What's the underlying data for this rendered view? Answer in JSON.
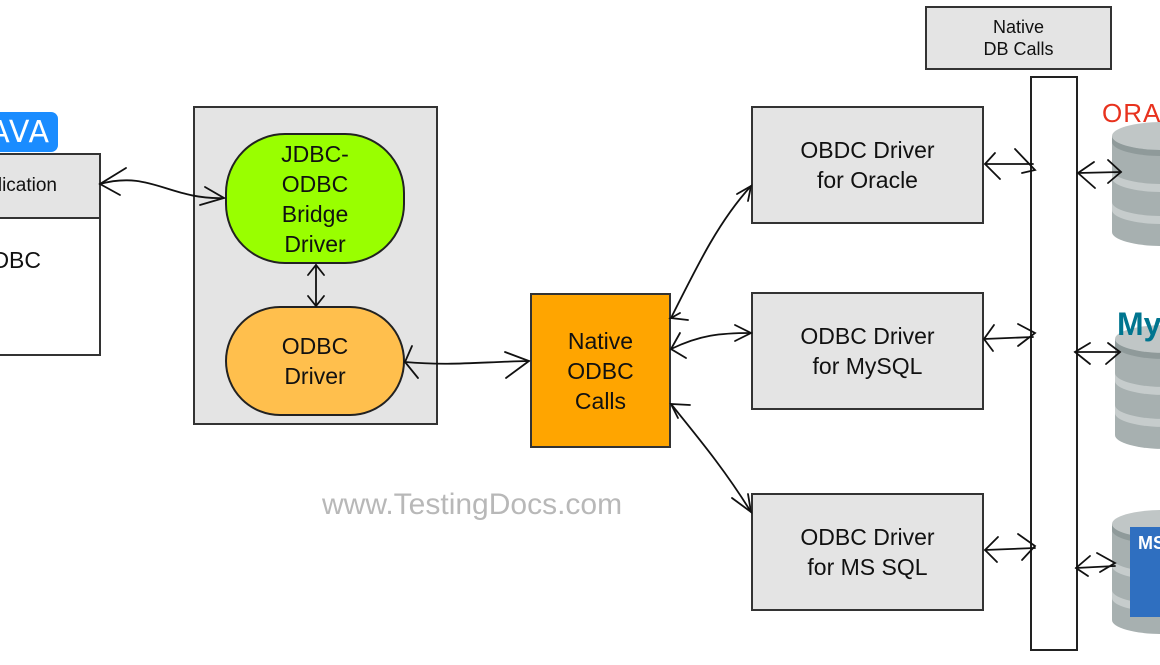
{
  "diagram": {
    "title": "JDBC-ODBC Bridge Driver Architecture",
    "java_badge": "JAVA",
    "java_app": {
      "header": "Application",
      "body": "JDBC"
    },
    "bridge_driver": "JDBC-\nODBC\nBridge\nDriver",
    "odbc_driver": "ODBC\nDriver",
    "native_odbc_calls": "Native\nODBC\nCalls",
    "drivers": [
      {
        "label": "OBDC Driver\nfor Oracle"
      },
      {
        "label": "ODBC Driver\nfor MySQL"
      },
      {
        "label": "ODBC Driver\nfor MS SQL"
      }
    ],
    "native_db_calls": "Native\nDB Calls",
    "databases": [
      {
        "name": "Oracle",
        "logo_text": "ORA",
        "logo_color": "#e8321e"
      },
      {
        "name": "MySQL",
        "logo_text": "My",
        "logo_color": "#00758f"
      },
      {
        "name": "MS SQL",
        "logo_text": "MS",
        "logo_color": "#2f6fc0"
      }
    ],
    "watermark": "www.TestingDocs.com",
    "colors": {
      "java_blue": "#1a8cff",
      "bridge_green": "#99ff00",
      "odbc_orange": "#ffbf4d",
      "native_orange": "#ffa500",
      "box_gray": "#e4e4e4",
      "db_gray": "#a9b2b2"
    }
  }
}
